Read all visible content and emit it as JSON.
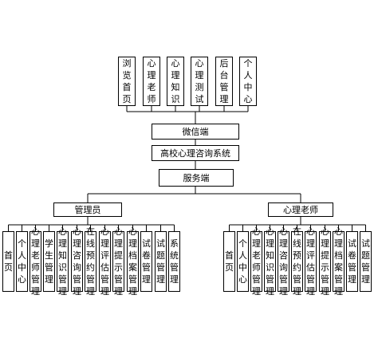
{
  "diagram": {
    "client_modules": [
      "浏览首页",
      "心理老师",
      "心理知识",
      "心理测试",
      "后台管理",
      "个人中心"
    ],
    "client_label": "微信端",
    "system_label": "高校心理咨询系统",
    "server_label": "服务端",
    "admin": {
      "label": "管理员",
      "modules": [
        "首页",
        "个人中心",
        "心理老师管理",
        "学生管理",
        "心理知识管理",
        "心理咨询管理",
        "在线预约管理",
        "心理评估管理",
        "心理提示管理",
        "心理档案管理",
        "试卷管理",
        "试题管理",
        "系统管理"
      ]
    },
    "teacher": {
      "label": "心理老师",
      "modules": [
        "首页",
        "个人中心",
        "心理老师管理",
        "心理知识管理",
        "心理咨询管理",
        "在线预约管理",
        "心理评估管理",
        "心理提示管理",
        "心理档案管理",
        "试卷管理",
        "试题管理"
      ]
    }
  }
}
